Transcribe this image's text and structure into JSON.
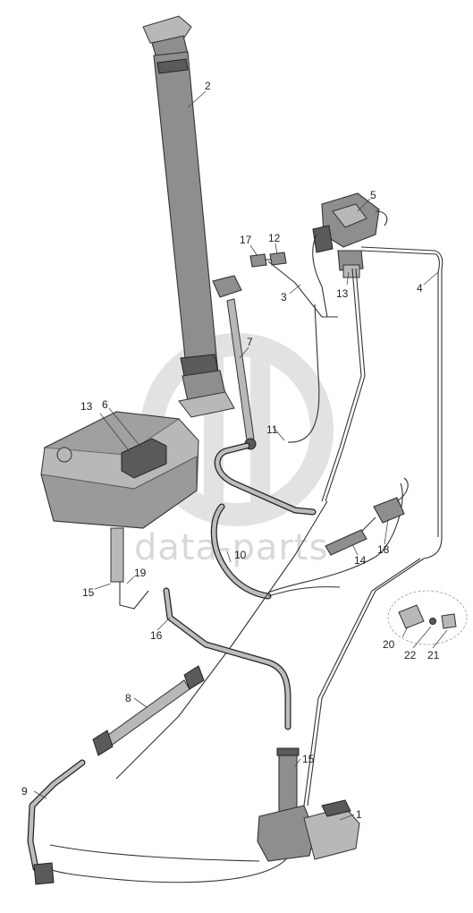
{
  "watermark": {
    "text": "data-parts",
    "color": "#d9d9d9"
  },
  "callouts": [
    {
      "id": "c2",
      "text": "2"
    },
    {
      "id": "c5",
      "text": "5"
    },
    {
      "id": "c17",
      "text": "17"
    },
    {
      "id": "c12",
      "text": "12"
    },
    {
      "id": "c3",
      "text": "3"
    },
    {
      "id": "c13a",
      "text": "13"
    },
    {
      "id": "c4",
      "text": "4"
    },
    {
      "id": "c7",
      "text": "7"
    },
    {
      "id": "c13b",
      "text": "13"
    },
    {
      "id": "c6",
      "text": "6"
    },
    {
      "id": "c11",
      "text": "11"
    },
    {
      "id": "c10",
      "text": "10"
    },
    {
      "id": "c14",
      "text": "14"
    },
    {
      "id": "c18",
      "text": "18"
    },
    {
      "id": "c19",
      "text": "19"
    },
    {
      "id": "c15a",
      "text": "15"
    },
    {
      "id": "c16",
      "text": "16"
    },
    {
      "id": "c20",
      "text": "20"
    },
    {
      "id": "c22",
      "text": "22"
    },
    {
      "id": "c21",
      "text": "21"
    },
    {
      "id": "c8",
      "text": "8"
    },
    {
      "id": "c15b",
      "text": "15"
    },
    {
      "id": "c9",
      "text": "9"
    },
    {
      "id": "c1",
      "text": "1"
    }
  ]
}
